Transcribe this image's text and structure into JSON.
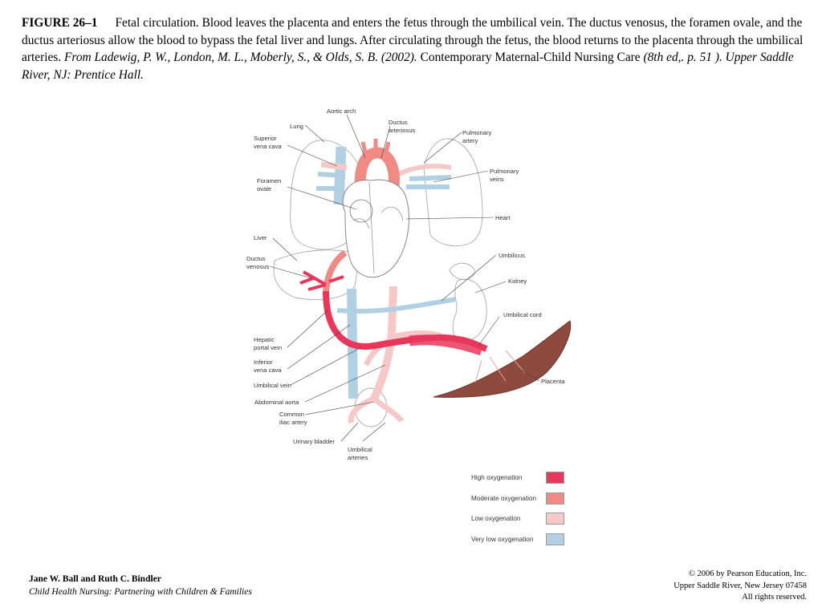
{
  "caption": {
    "figure_label": "FIGURE 26–1",
    "text": "Fetal circulation. Blood leaves the placenta and enters the fetus through the umbilical vein. The ductus venosus, the foramen ovale, and the ductus arteriosus allow the blood to bypass the fetal liver and lungs. After circulating through the fetus, the blood returns to the placenta through the umbilical arteries.",
    "source_italic": "From Ladewig, P. W., London, M. L., Moberly,  S., & Olds, S. B. (2002).",
    "book_title": "Contemporary Maternal-Child Nursing Care",
    "source_end_italic": "(8th ed,. p. 51 ). Upper Saddle River, NJ: Prentice Hall."
  },
  "diagram_labels": {
    "aortic_arch": "Aortic arch",
    "ductus_arteriosus": [
      "Ductus",
      "arteriosus"
    ],
    "lung": "Lung",
    "superior_vena_cava": [
      "Superior",
      "vena cava"
    ],
    "pulmonary_artery": [
      "Pulmonary",
      "artery"
    ],
    "pulmonary_veins": [
      "Pulmonary",
      "veins"
    ],
    "foramen_ovale": [
      "Foramen",
      "ovale"
    ],
    "heart": "Heart",
    "liver": "Liver",
    "ductus_venosus": [
      "Ductus",
      "venosus"
    ],
    "umbilicus": "Umbilicus",
    "kidney": "Kidney",
    "umbilical_cord": "Umbilical cord",
    "hepatic_portal_vein": [
      "Hepatic",
      "portal vein"
    ],
    "inferior_vena_cava": [
      "Inferior",
      "vena cava"
    ],
    "umbilical_vein": "Umbilical vein",
    "placenta": "Placenta",
    "abdominal_aorta": "Abdominal aorta",
    "common_iliac_artery": [
      "Common",
      "iliac artery"
    ],
    "urinary_bladder": "Urinary bladder",
    "umbilical_arteries": [
      "Umbilical",
      "arteries"
    ]
  },
  "legend": [
    {
      "label": "High oxygenation",
      "color": "#e8375a"
    },
    {
      "label": "Moderate oxygenation",
      "color": "#ef8a85"
    },
    {
      "label": "Low oxygenation",
      "color": "#f6c9c8"
    },
    {
      "label": "Very low oxygenation",
      "color": "#b2d0e4"
    }
  ],
  "footer": {
    "authors": "Jane W. Ball and Ruth C. Bindler",
    "book": "Child Health Nursing: Partnering with Children & Families",
    "copyright": "© 2006 by Pearson Education, Inc.",
    "publisher_location": "Upper Saddle River, New Jersey 07458",
    "rights": "All rights reserved."
  }
}
